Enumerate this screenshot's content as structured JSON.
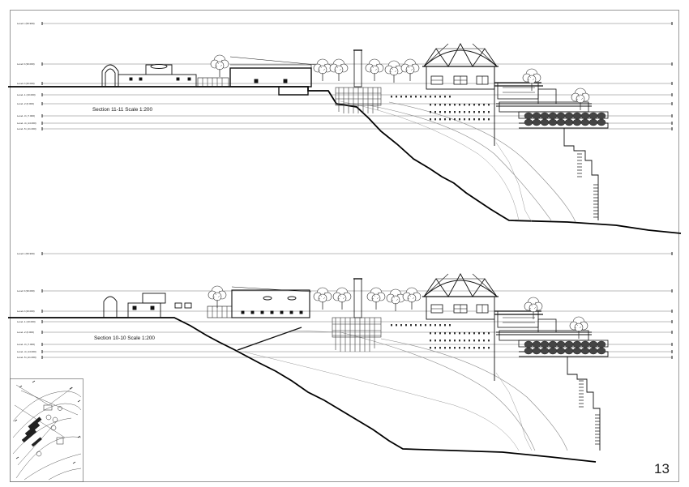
{
  "sheet": {
    "page_number": "13"
  },
  "sections": [
    {
      "id": "11-11",
      "title": "Section 11-11   Scale 1:200",
      "levels": [
        "Level 1 (50.900)",
        "Level 3 (30.000)",
        "Level 2 (20.000)",
        "Level -1 (10.000)",
        "Level -2 (0.000)",
        "Level -3 (-7.000)",
        "Level -4 (-14.000)",
        "Level -5 (-21.000)"
      ]
    },
    {
      "id": "10-10",
      "title": "Section 10-10   Scale 1:200",
      "levels": [
        "Level 1 (50.900)",
        "Level 3 (30.000)",
        "Level 2 (20.000)",
        "Level -1 (10.000)",
        "Level -2 (0.000)",
        "Level -3 (-7.000)",
        "Level -4 (-14.000)",
        "Level -5 (-21.000)"
      ]
    }
  ]
}
